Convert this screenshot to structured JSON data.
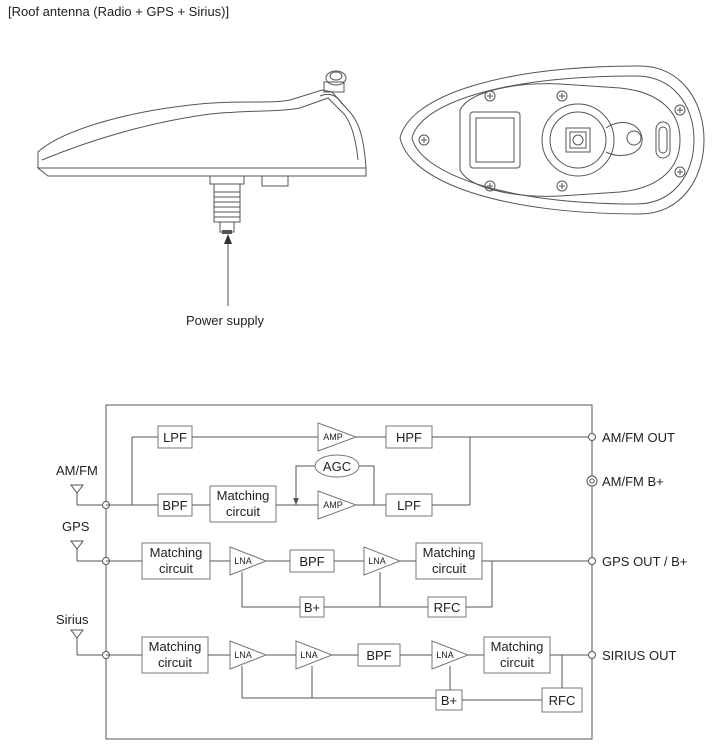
{
  "caption": "[Roof antenna (Radio + GPS + Sirius)]",
  "power_label": "Power supply",
  "inputs": {
    "amfm": "AM/FM",
    "gps": "GPS",
    "sirius": "Sirius"
  },
  "blocks": {
    "lpf1": "LPF",
    "amp1": "AMP",
    "hpf": "HPF",
    "agc": "AGC",
    "bpf1": "BPF",
    "match1a": "Matching",
    "match1b": "circuit",
    "amp2": "AMP",
    "lpf2": "LPF",
    "gps_match_a": "Matching",
    "gps_match_b": "circuit",
    "gps_lna1": "LNA",
    "gps_bpf": "BPF",
    "gps_lna2": "LNA",
    "gps_match2_a": "Matching",
    "gps_match2_b": "circuit",
    "gps_bplus": "B+",
    "gps_rfc": "RFC",
    "sir_match_a": "Matching",
    "sir_match_b": "circuit",
    "sir_lna1": "LNA",
    "sir_lna2": "LNA",
    "sir_bpf": "BPF",
    "sir_lna3": "LNA",
    "sir_match2_a": "Matching",
    "sir_match2_b": "circuit",
    "sir_bplus": "B+",
    "sir_rfc": "RFC"
  },
  "outputs": {
    "amfm_out": "AM/FM OUT",
    "amfm_bplus": "AM/FM B+",
    "gps_out": "GPS OUT / B+",
    "sirius_out": "SIRIUS OUT"
  }
}
